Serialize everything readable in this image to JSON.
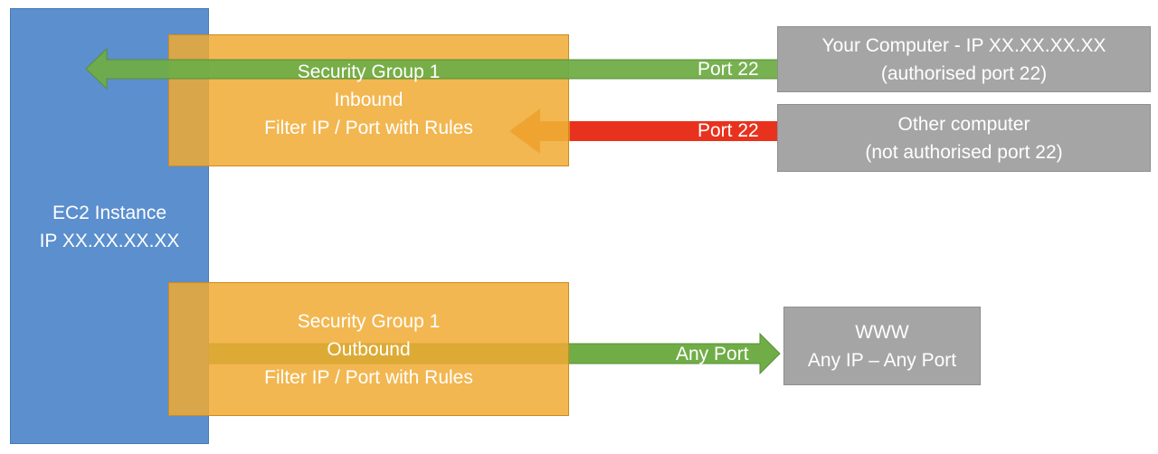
{
  "ec2": {
    "line1": "EC2 Instance",
    "line2": "IP XX.XX.XX.XX"
  },
  "inbound_group": {
    "line1": "Security Group 1",
    "line2": "Inbound",
    "line3": "Filter IP / Port with Rules"
  },
  "outbound_group": {
    "line1": "Security Group 1",
    "line2": "Outbound",
    "line3": "Filter IP / Port with Rules"
  },
  "your_computer": {
    "line1": "Your Computer - IP XX.XX.XX.XX",
    "line2": "(authorised port 22)"
  },
  "other_computer": {
    "line1": "Other computer",
    "line2": "(not authorised port 22)"
  },
  "www": {
    "line1": "WWW",
    "line2": "Any IP – Any Port"
  },
  "arrows": {
    "authorised_label": "Port 22",
    "blocked_label": "Port 22",
    "outbound_label": "Any Port"
  },
  "colors": {
    "ec2": "#5B8FCE",
    "security_group": "#F0AA32",
    "external": "#A5A5A5",
    "allowed_arrow": "#70AD47",
    "blocked_arrow": "#E8321E"
  }
}
